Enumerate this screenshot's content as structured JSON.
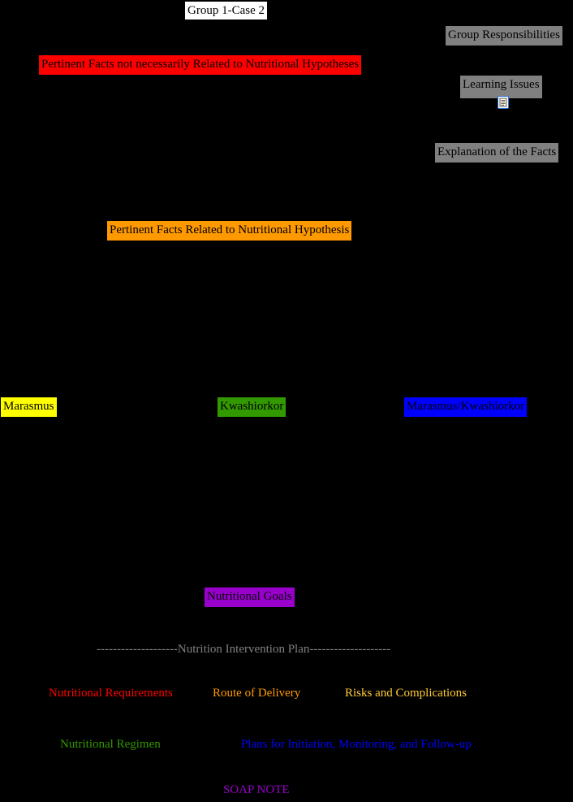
{
  "title": "Group 1-Case 2",
  "group_responsibilities": "Group Responsibilities",
  "pertinent_facts_not_related": "Pertinent Facts not necessarily Related to Nutritional Hypotheses",
  "learning_issues": "Learning Issues",
  "explanation_of_facts": "Explanation of the Facts",
  "pertinent_facts_related": "Pertinent Facts Related to Nutritional Hypothesis",
  "hypotheses": {
    "marasmus": "Marasmus",
    "kwashiorkor": "Kwashiorkor",
    "marasmus_kwashiorkor": "Marasmus/Kwashiorkor"
  },
  "nutritional_goals": "Nutritional Goals",
  "intervention_plan": "--------------------Nutrition Intervention Plan--------------------",
  "plan_items": {
    "requirements": "Nutritional Requirements",
    "route": "Route of Delivery",
    "risks": "Risks and Complications",
    "regimen": "Nutritional Regimen",
    "plans": "Plans for Initiation, Monitoring, and Follow-up"
  },
  "soap_note": "SOAP NOTE",
  "icons": {
    "note": "document-note-icon"
  },
  "colors": {
    "background": "#000000",
    "title": "#ffffff",
    "gray": "#808080",
    "red": "#ff0000",
    "orange": "#ff9900",
    "yellow": "#ffff00",
    "green": "#339900",
    "blue": "#0000ff",
    "purple": "#9900cc",
    "gold": "#ffcc33"
  }
}
